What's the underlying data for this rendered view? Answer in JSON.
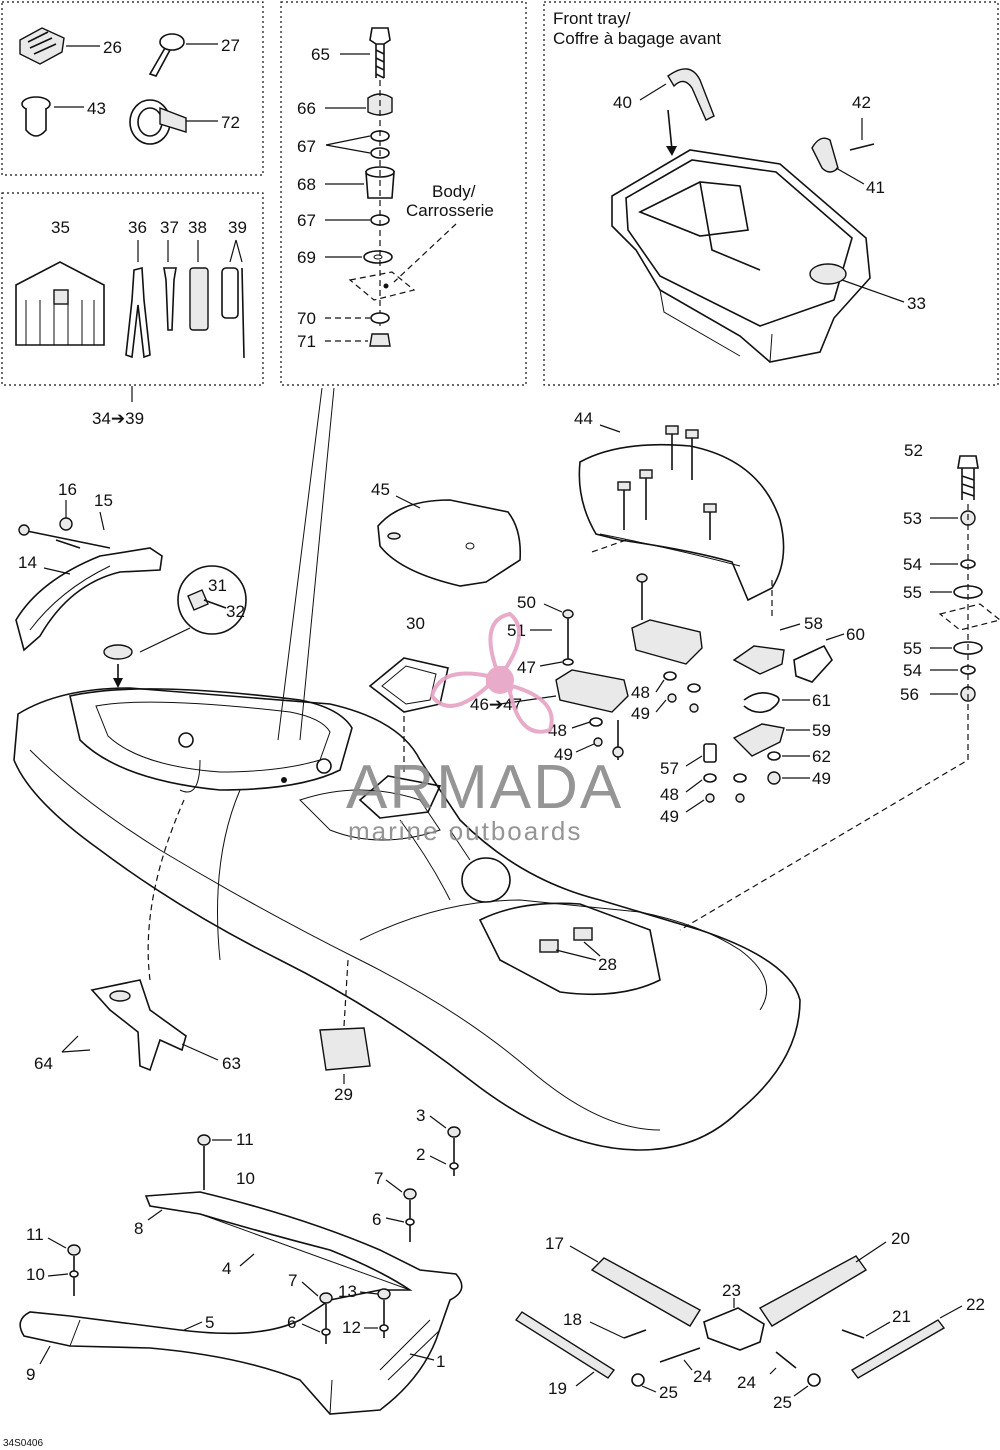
{
  "captions": {
    "front_tray_line1": "Front tray/",
    "front_tray_line2": "Coffre à bagage avant",
    "body_line1": "Body/",
    "body_line2": "Carrosserie",
    "kit_range": "34➔39",
    "drawing_code": "34S0406"
  },
  "watermark": {
    "brand": "ARMADA",
    "tagline": "marine outboards",
    "logo_color": "#e6a3c4",
    "text_color": "#8a8a8a"
  },
  "callouts": {
    "c26": "26",
    "c27": "27",
    "c43": "43",
    "c72": "72",
    "c35": "35",
    "c36": "36",
    "c37": "37",
    "c38": "38",
    "c39": "39",
    "c65": "65",
    "c66": "66",
    "c67a": "67",
    "c68": "68",
    "c67b": "67",
    "c69": "69",
    "c70": "70",
    "c71": "71",
    "c40": "40",
    "c42": "42",
    "c41": "41",
    "c33": "33",
    "c16": "16",
    "c15": "15",
    "c14": "14",
    "c31": "31",
    "c32": "32",
    "c45": "45",
    "c44": "44",
    "c30": "30",
    "c50": "50",
    "c51": "51",
    "c47": "47",
    "c46_47": "46➔47",
    "c48a": "48",
    "c49a": "49",
    "c48b": "48",
    "c49b": "49",
    "c57": "57",
    "c48c": "48",
    "c49c": "49",
    "c58": "58",
    "c60": "60",
    "c61": "61",
    "c59": "59",
    "c62": "62",
    "c49d": "49",
    "c52": "52",
    "c53": "53",
    "c54a": "54",
    "c55a": "55",
    "c55b": "55",
    "c54b": "54",
    "c56": "56",
    "c28": "28",
    "c29": "29",
    "c64": "64",
    "c63": "63",
    "c3": "3",
    "c2": "2",
    "c11a": "11",
    "c10a": "10",
    "c7a": "7",
    "c6a": "6",
    "c8": "8",
    "c4": "4",
    "c11b": "11",
    "c10b": "10",
    "c7b": "7",
    "c13": "13",
    "c6b": "6",
    "c12": "12",
    "c5": "5",
    "c9": "9",
    "c1": "1",
    "c17": "17",
    "c20": "20",
    "c23": "23",
    "c18": "18",
    "c21": "21",
    "c22": "22",
    "c24a": "24",
    "c24b": "24",
    "c19": "19",
    "c25a": "25",
    "c25b": "25"
  }
}
